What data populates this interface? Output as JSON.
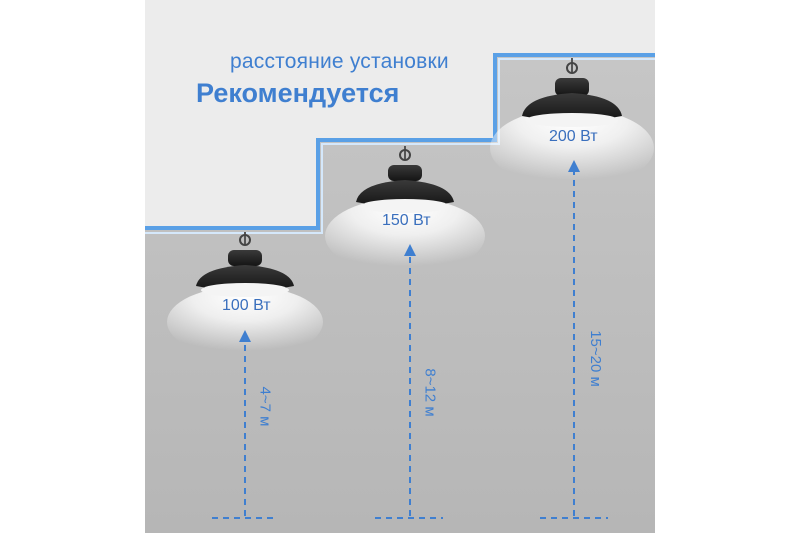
{
  "heading": {
    "subtitle": "расстояние установки",
    "title": "Рекомендуется"
  },
  "lamps": [
    {
      "power": "100 Вт",
      "distance": "4~7 м"
    },
    {
      "power": "150 Вт",
      "distance": "8~12 м"
    },
    {
      "power": "200 Вт",
      "distance": "15~20 м"
    }
  ],
  "colors": {
    "accent": "#3f7fd0",
    "step_line": "#5aa0e6",
    "background_upper": "#ececec",
    "background_lower": "#b9b9b9",
    "lamp_body": "#1f1f1f"
  },
  "icons": [
    "high-bay-lamp-icon",
    "arrow-up-icon"
  ]
}
